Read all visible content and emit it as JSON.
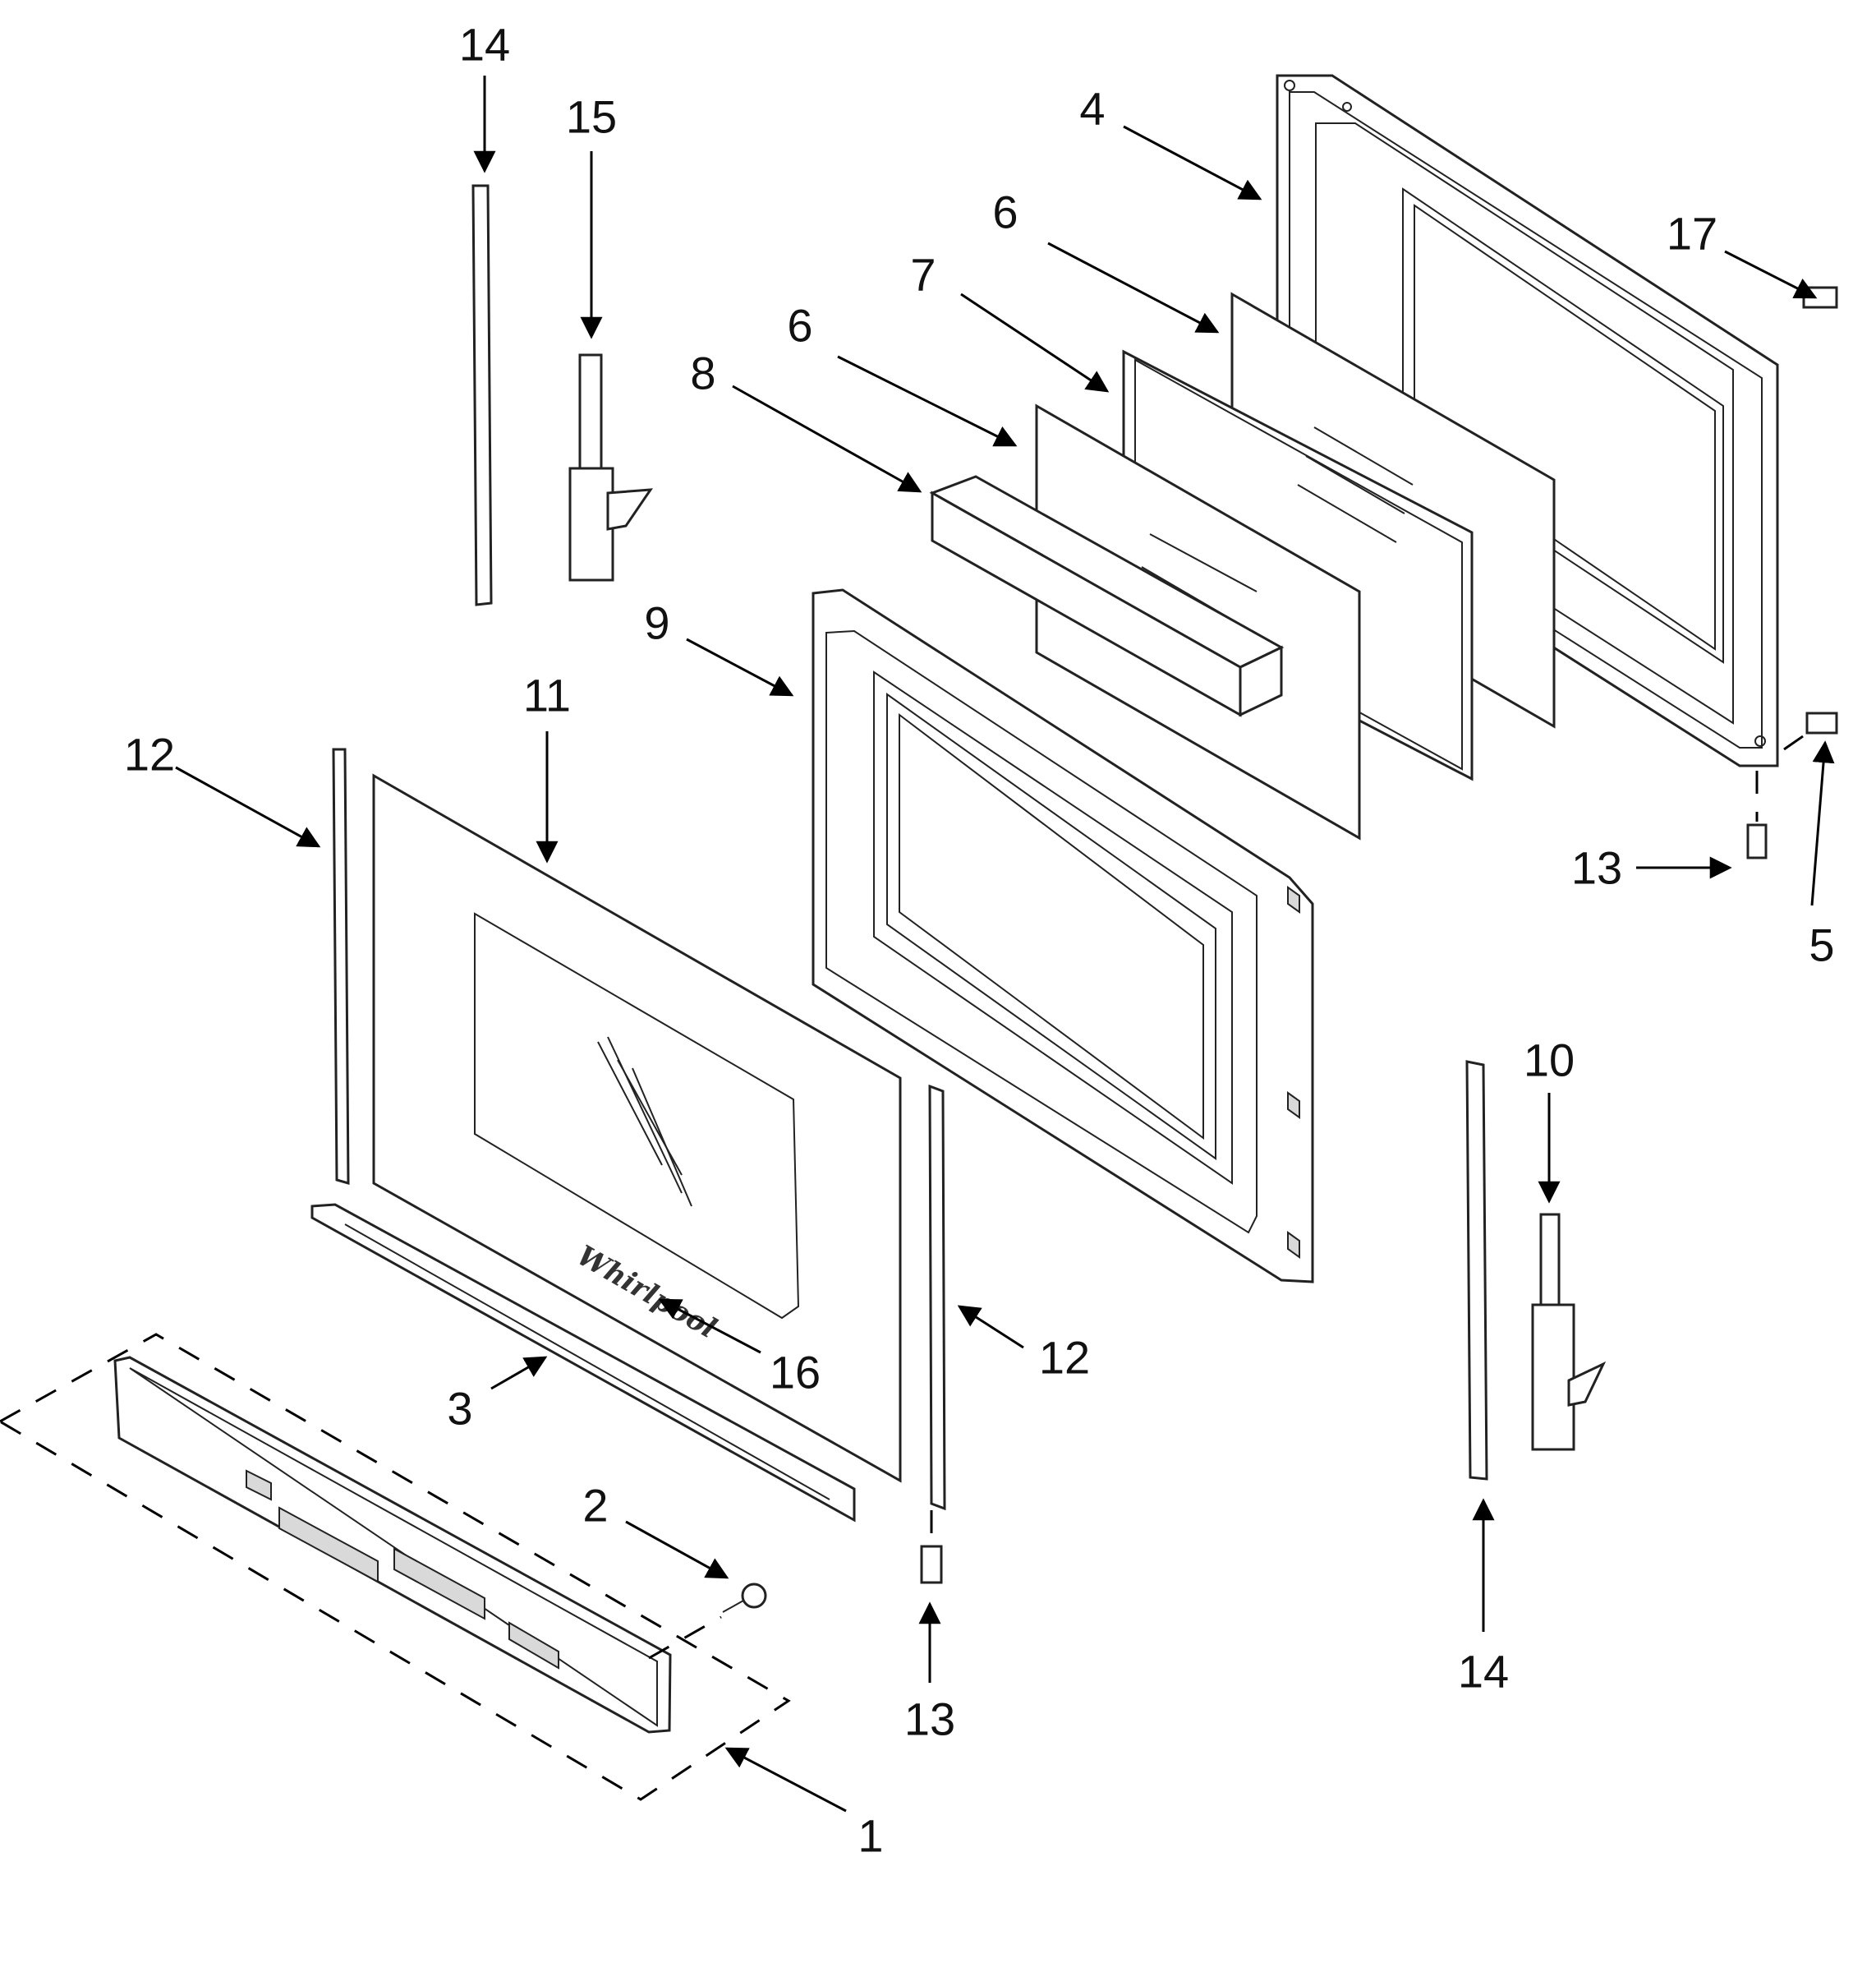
{
  "diagram": {
    "labels": {
      "p1": "1",
      "p2": "2",
      "p3": "3",
      "p4": "4",
      "p5": "5",
      "p6a": "6",
      "p6b": "6",
      "p7": "7",
      "p8": "8",
      "p9": "9",
      "p10": "10",
      "p11": "11",
      "p12a": "12",
      "p12b": "12",
      "p13a": "13",
      "p13b": "13",
      "p14a": "14",
      "p14b": "14",
      "p15": "15",
      "p16": "16",
      "p17": "17"
    },
    "brand_mark": "Whirlpool"
  }
}
